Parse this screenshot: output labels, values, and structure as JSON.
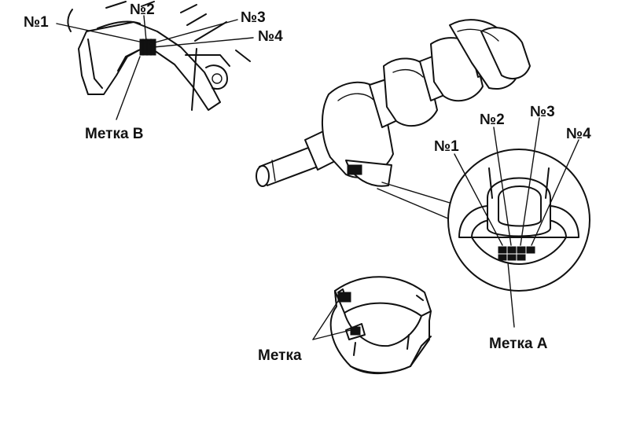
{
  "labels": {
    "block_n1": "№1",
    "block_n2": "№2",
    "block_n3": "№3",
    "block_n4": "№4",
    "mark_b": "Метка В",
    "crank_n1": "№1",
    "crank_n2": "№2",
    "crank_n3": "№3",
    "crank_n4": "№4",
    "mark_a": "Метка А",
    "mark": "Метка"
  }
}
